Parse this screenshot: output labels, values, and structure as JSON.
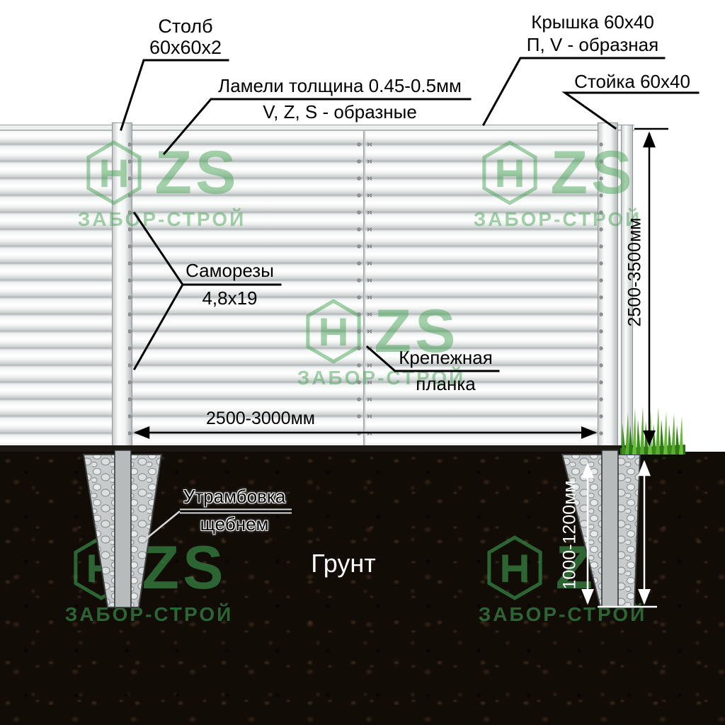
{
  "diagram": {
    "labels": {
      "post": [
        "Столб",
        "60х60х2"
      ],
      "cap": [
        "Крышка 60х40",
        "П, V - образная"
      ],
      "stand": "Стойка 60х40",
      "lamellae": [
        "Ламели толщина 0.45-0.5мм",
        "V, Z, S - образные"
      ],
      "screws": [
        "Саморезы",
        "4,8х19"
      ],
      "mount_strip": [
        "Крепежная",
        "планка"
      ],
      "tamping": [
        "Утрамбовка",
        "щебнем"
      ],
      "ground": "Грунт"
    },
    "dimensions": {
      "span_width": "2500-3000мм",
      "fence_height": "2500-3500мм",
      "post_depth": "1000-1200мм"
    },
    "watermark": {
      "monogram": "ZS",
      "brand": "ЗАБОР-СТРОЙ"
    },
    "colors": {
      "brand_green": "#3f9e4e",
      "soil": "#120c07",
      "annotation": "#000000"
    }
  }
}
